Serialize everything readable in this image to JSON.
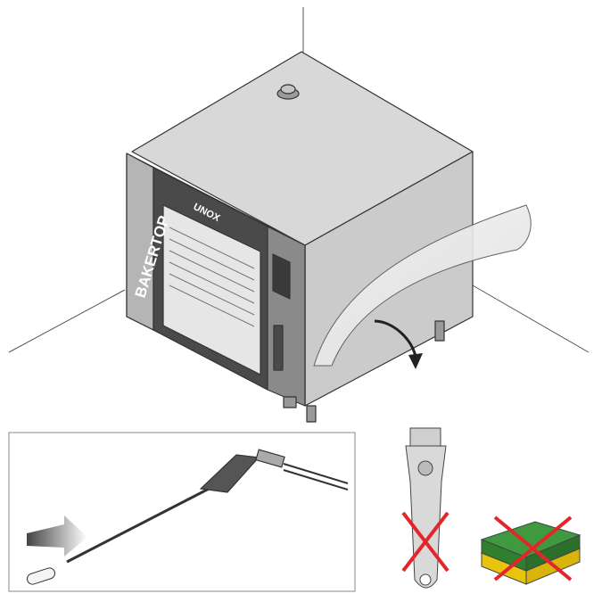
{
  "oven": {
    "side_brand": "BAKERTOP",
    "door_logo": "UNOX"
  },
  "colors": {
    "oven_top": "#d9d9d9",
    "oven_side": "#c9c9c9",
    "oven_dark": "#6a6a6a",
    "door_frame": "#3f3f3f",
    "glass": "#e9e9e9",
    "film": "#eeeeee",
    "prohibit_red": "#e3262b",
    "sponge_green": "#3f9a3f",
    "sponge_yellow": "#f2d21b",
    "line": "#333333"
  },
  "icons": [
    "protective-film-peel-arrow",
    "scraper-not-allowed-icon",
    "abrasive-sponge-not-allowed-icon",
    "probe-cap-removal-arrow"
  ]
}
